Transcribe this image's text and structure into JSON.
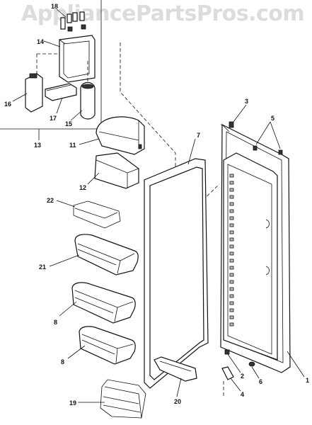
{
  "watermark": "AppliancePartsPros.com",
  "callouts": {
    "c1": "1",
    "c2": "2",
    "c3": "3",
    "c4": "4",
    "c5": "5",
    "c6": "6",
    "c7": "7",
    "c8a": "8",
    "c8b": "8",
    "c11": "11",
    "c12": "12",
    "c13": "13",
    "c14": "14",
    "c15": "15",
    "c16": "16",
    "c17": "17",
    "c18": "18",
    "c19": "19",
    "c20": "20",
    "c21": "21",
    "c22": "22"
  }
}
